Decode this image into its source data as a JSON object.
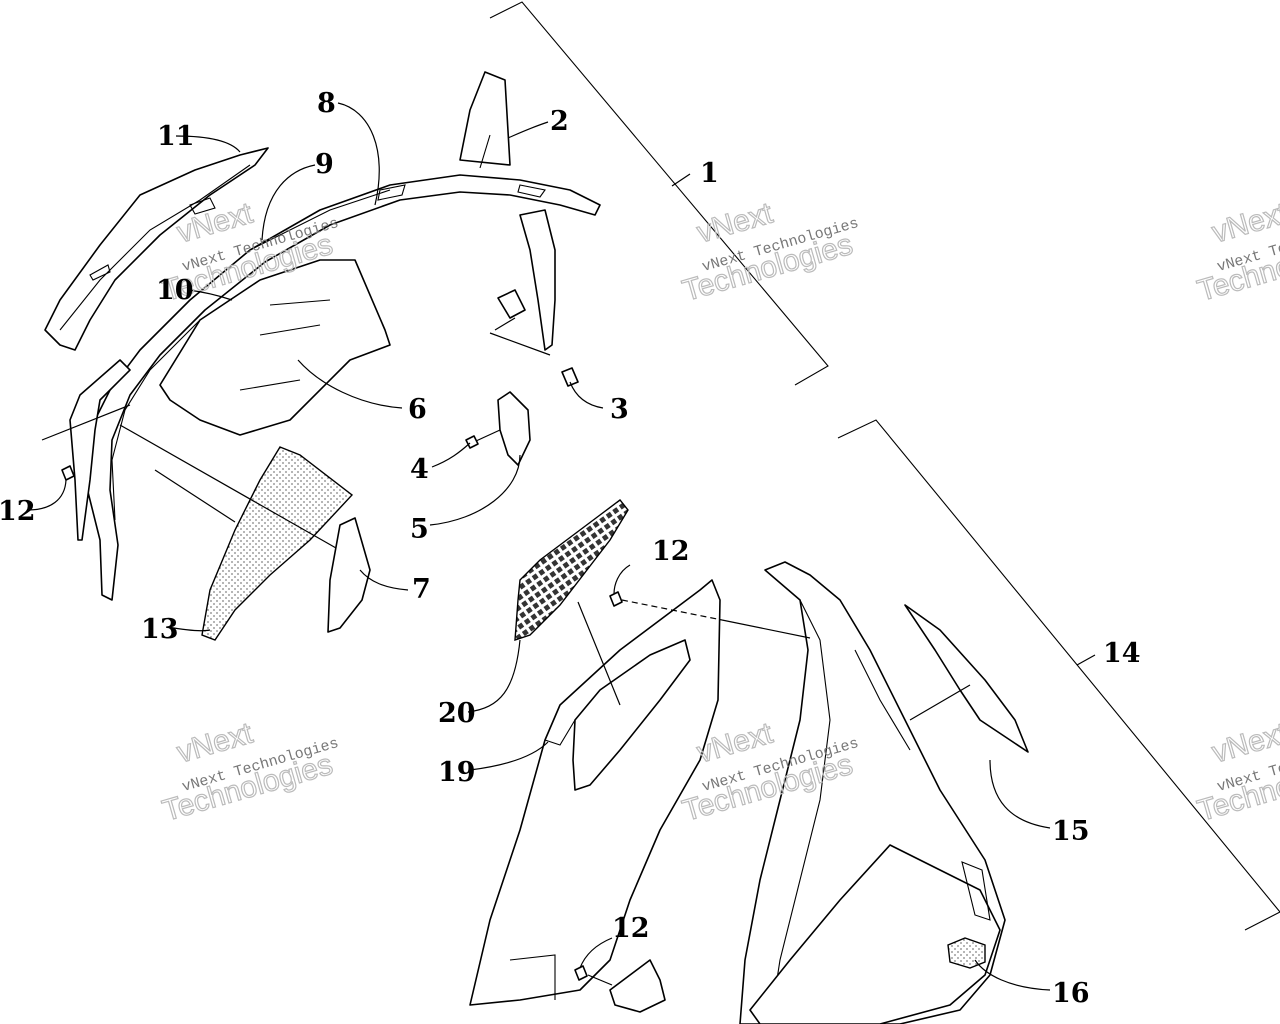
{
  "callouts": {
    "c1": "1",
    "c2": "2",
    "c3": "3",
    "c4": "4",
    "c5": "5",
    "c6": "6",
    "c7": "7",
    "c8": "8",
    "c9": "9",
    "c10": "10",
    "c11": "11",
    "c12a": "12",
    "c12b": "12",
    "c12c": "12",
    "c13": "13",
    "c14": "14",
    "c15": "15",
    "c16": "16",
    "c19": "19",
    "c20": "20"
  },
  "watermark": {
    "line1": "vNext Technologies",
    "line2": "Technologies",
    "small": "vNext"
  },
  "colors": {
    "ink": "#000000",
    "watermark": "#bbbbbb",
    "background": "#ffffff"
  }
}
